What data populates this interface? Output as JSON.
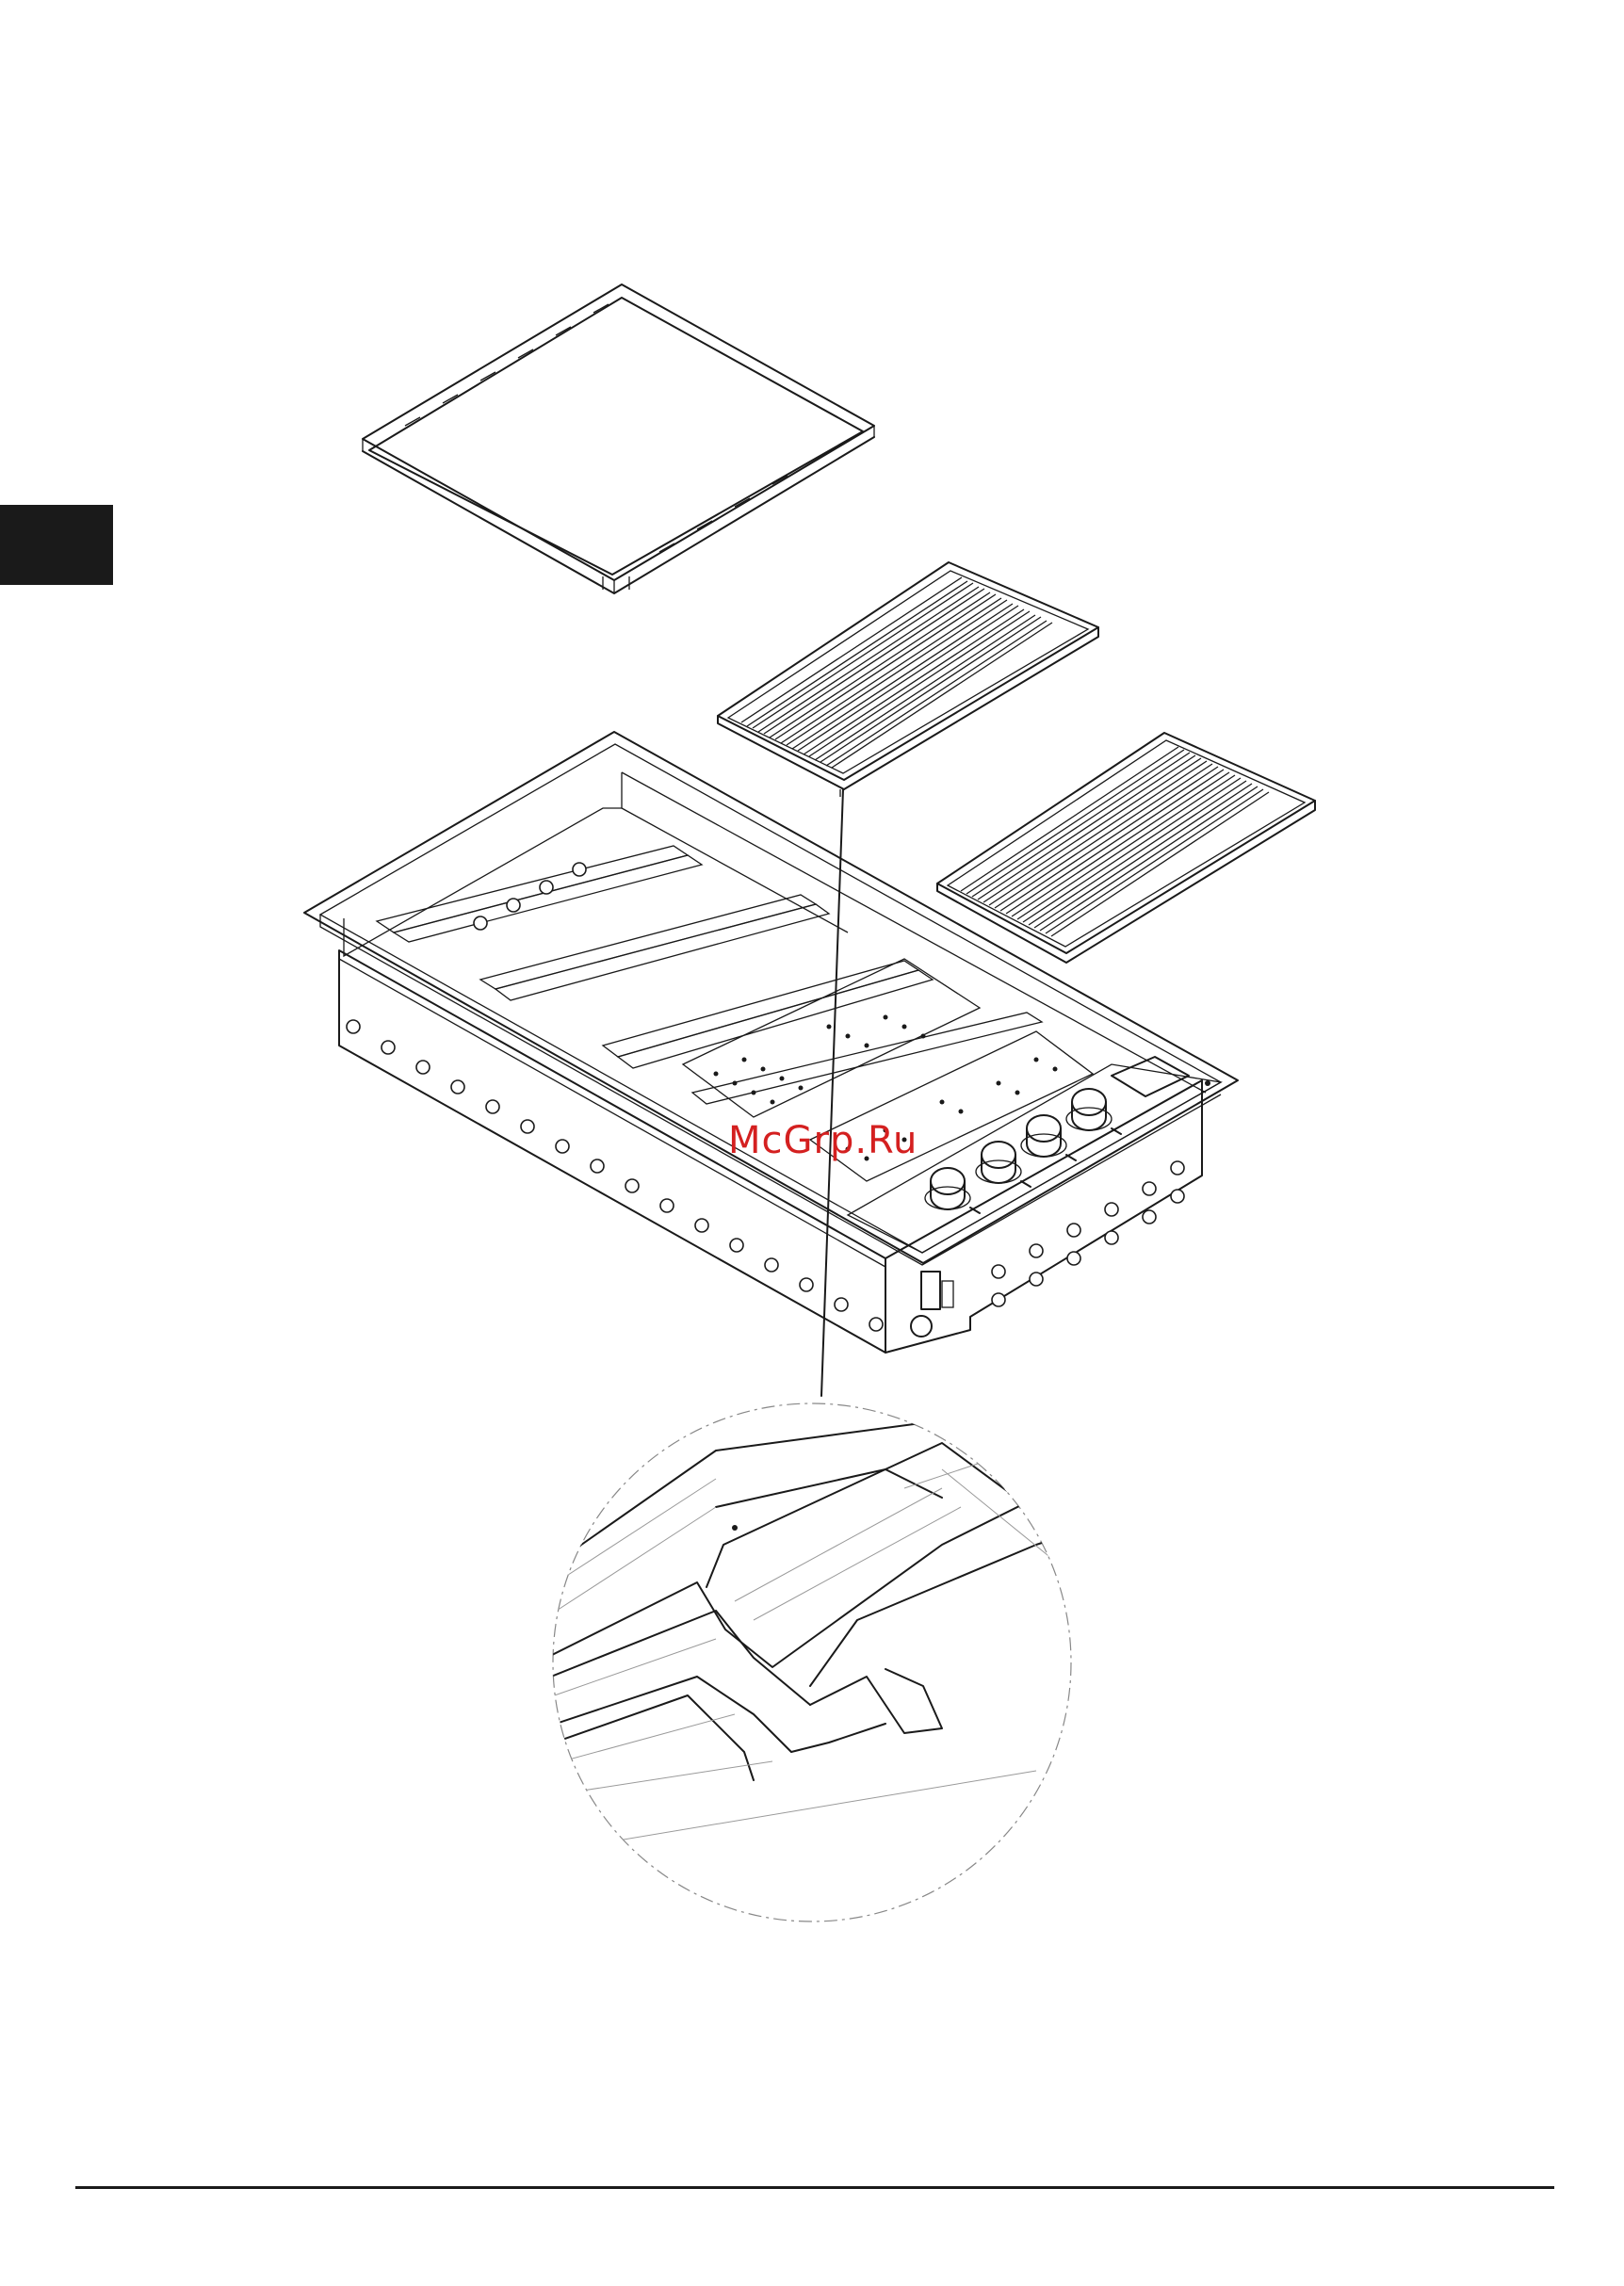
{
  "document": {
    "watermark_text": "McGrp.Ru",
    "colors": {
      "ink": "#1a1a1a",
      "watermark": "#d42020",
      "background": "#ffffff"
    },
    "figure_parts": [
      "griddle-plate",
      "grill-grate",
      "grill-grate",
      "grill-body",
      "control-knob",
      "detail-magnifier"
    ]
  }
}
